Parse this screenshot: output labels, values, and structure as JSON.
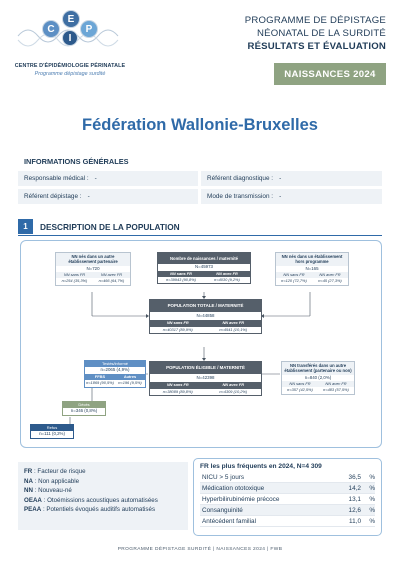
{
  "logo": {
    "letters": [
      "C",
      "E",
      "P",
      "I"
    ],
    "title": "CENTRE D'ÉPIDÉMIOLOGIE PÉRINATALE",
    "subtitle": "Programme dépistage surdité"
  },
  "header": {
    "line1": "PROGRAMME DE DÉPISTAGE",
    "line2": "NÉONATAL DE LA SURDITÉ",
    "line3": "RÉSULTATS ET ÉVALUATION",
    "badge": "NAISSANCES 2024"
  },
  "main_title": "Fédération Wallonie-Bruxelles",
  "info": {
    "heading": "INFORMATIONS GÉNÉRALES",
    "fields": [
      {
        "label": "Responsable médical :",
        "value": "-"
      },
      {
        "label": "Référent diagnostique :",
        "value": "-"
      },
      {
        "label": "Référent dépistage :",
        "value": "-"
      },
      {
        "label": "Mode de transmission :",
        "value": "-"
      }
    ]
  },
  "section1": {
    "number": "1",
    "title": "DESCRIPTION DE LA POPULATION"
  },
  "flow": {
    "left_top": {
      "title": "NN nés dans un autre établissement partenaire",
      "n": "N=720",
      "col1": "NN sans FR",
      "col2": "NN avec FR",
      "val1": "n=254 (35,3%)",
      "val2": "n=466 (64,7%)"
    },
    "mid_top": {
      "title": "Nombre de naissances / maternité",
      "n": "N=45973",
      "col1": "NN sans FR",
      "col2": "NN avec FR",
      "val1": "n=39943 (90,8%)",
      "val2": "n=4030 (9,2%)"
    },
    "right_top": {
      "title": "NN nés dans un établissement hors programme",
      "n": "N=165",
      "col1": "NN sans FR",
      "col2": "NN avec FR",
      "val1": "n=120 (72,7%)",
      "val2": "n=45 (27,3%)"
    },
    "total": {
      "title": "POPULATION TOTALE / MATERNITÉ",
      "n": "N=44858",
      "col1": "NN sans FR",
      "col2": "NN avec FR",
      "val1": "n=40317 (89,9%)",
      "val2": "n=4541 (10,1%)"
    },
    "eligible": {
      "title": "POPULATION ÉLIGIBLE / MATERNITÉ",
      "n": "N=42398",
      "col1": "NN sans FR",
      "col2": "NN avec FR",
      "val1": "n=38089 (89,8%)",
      "val2": "n=4309 (10,2%)"
    },
    "transferred": {
      "title": "NN transférés dans un autre établissement (partenaire ou non)",
      "n": "n=840 (2,0%)",
      "col1": "NN sans FR",
      "col2": "NN avec FR",
      "val1": "n=357 (42,5%)",
      "val2": "n=483 (57,5%)"
    },
    "tested": {
      "title": "Testés/informé",
      "value": "n=2065 (4,9%)",
      "col1": "FFBS",
      "col2": "Autres",
      "val1": "n=1869 (90,5%)",
      "val2": "n=196 (9,5%)"
    },
    "deceased": {
      "title": "Décès",
      "value": "n=346 (0,8%)"
    },
    "refused": {
      "title": "Refus",
      "value": "n=111 (0,2%)"
    }
  },
  "legend": [
    {
      "abbr": "FR",
      "text": ": Facteur de risque"
    },
    {
      "abbr": "NA",
      "text": ": Non applicable"
    },
    {
      "abbr": "NN",
      "text": ": Nouveau-né"
    },
    {
      "abbr": "OEAA",
      "text": ": Otoémissions acoustiques automatisées"
    },
    {
      "abbr": "PEAA",
      "text": ": Potentiels évoqués auditifs automatisés"
    }
  ],
  "frequent_fr": {
    "title": "FR les plus fréquents en 2024, N=4 309",
    "rows": [
      {
        "label": "NICU > 5 jours",
        "value": "36,5",
        "unit": "%"
      },
      {
        "label": "Médication ototoxique",
        "value": "14,2",
        "unit": "%"
      },
      {
        "label": "Hyperbilirubinémie précoce",
        "value": "13,1",
        "unit": "%"
      },
      {
        "label": "Consanguinité",
        "value": "12,6",
        "unit": "%"
      },
      {
        "label": "Antécédent familial",
        "value": "11,0",
        "unit": "%"
      }
    ]
  },
  "footer": "PROGRAMME DÉPISTAGE SURDITÉ | NAISSANCES 2024 | FWB",
  "colors": {
    "primary": "#2f6aa8",
    "dark_header": "#555f6a",
    "badge": "#8fa382",
    "light_panel": "#eef2f6",
    "tested_blue": "#5f8fc4",
    "deceased_green": "#8fa382",
    "refused_blue": "#2d5a8c"
  }
}
